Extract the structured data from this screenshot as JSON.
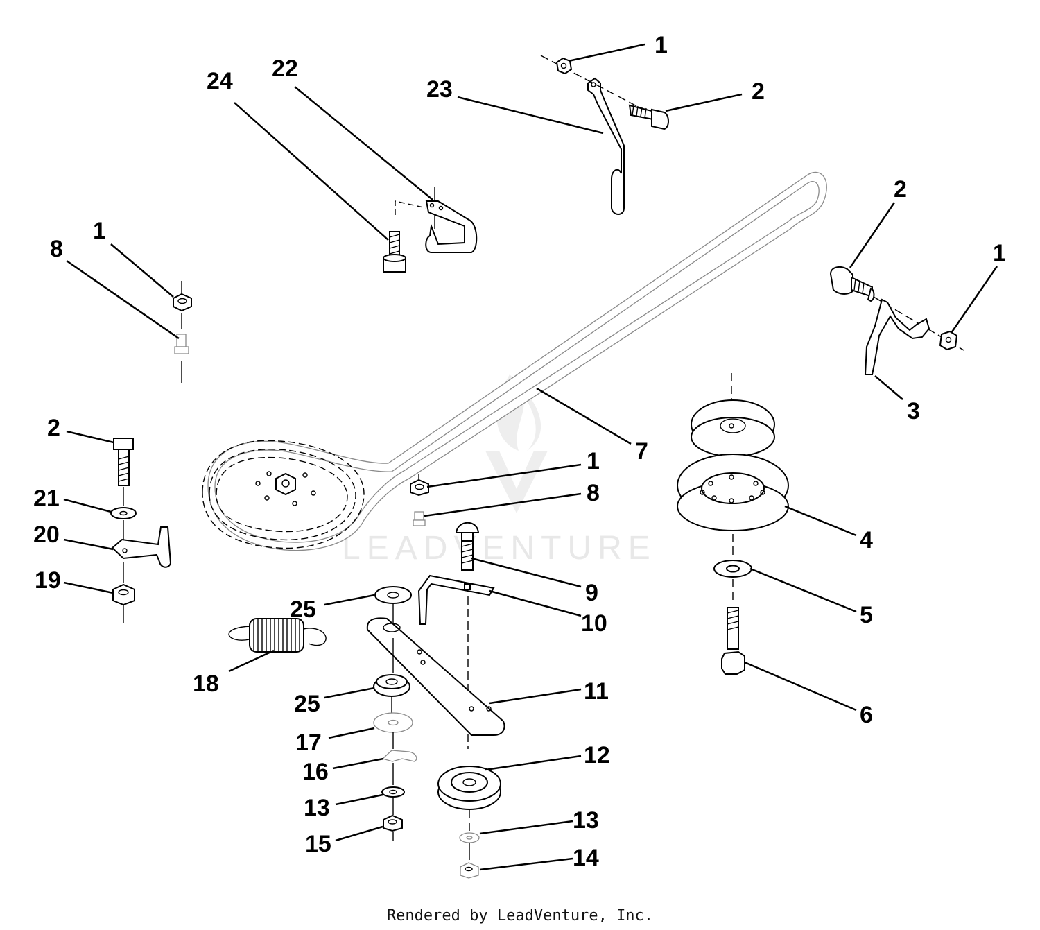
{
  "watermark": "LEADVENTURE",
  "credit": "Rendered by LeadVenture, Inc.",
  "callouts": {
    "c1_top": "1",
    "c2_top": "2",
    "c23": "23",
    "c22": "22",
    "c24": "24",
    "c2_right": "2",
    "c1_right": "1",
    "c3": "3",
    "c1_left": "1",
    "c8_left": "8",
    "c7": "7",
    "c4": "4",
    "c5": "5",
    "c6": "6",
    "c2_left": "2",
    "c21": "21",
    "c20": "20",
    "c19": "19",
    "c1_mid": "1",
    "c8_mid": "8",
    "c9": "9",
    "c10": "10",
    "c25_top": "25",
    "c18": "18",
    "c11": "11",
    "c25_low": "25",
    "c17": "17",
    "c16": "16",
    "c12": "12",
    "c13_left": "13",
    "c15": "15",
    "c13_right": "13",
    "c14": "14"
  }
}
